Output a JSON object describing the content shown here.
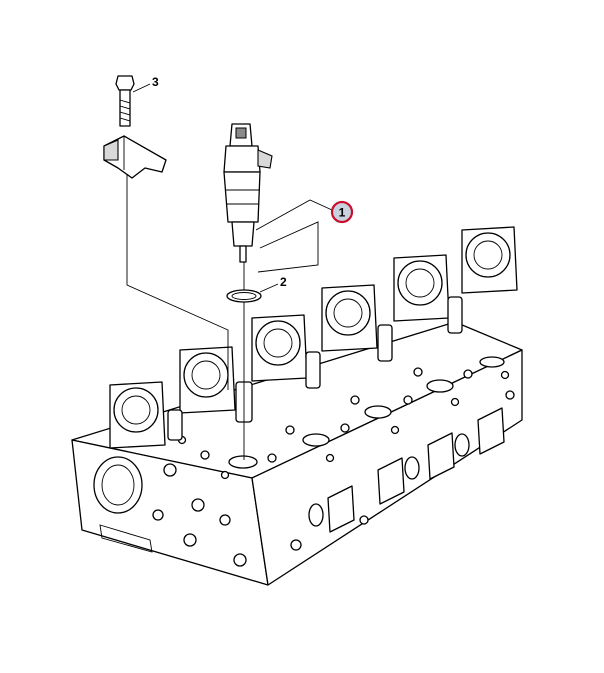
{
  "callouts": [
    {
      "id": "injector",
      "label": "1",
      "highlighted": true
    },
    {
      "id": "seal-ring",
      "label": "2",
      "highlighted": false
    },
    {
      "id": "bolt",
      "label": "3",
      "highlighted": false
    }
  ],
  "colors": {
    "line": "#000000",
    "highlight_ring": "#c8102e",
    "highlight_fill": "#c9d3e0"
  }
}
